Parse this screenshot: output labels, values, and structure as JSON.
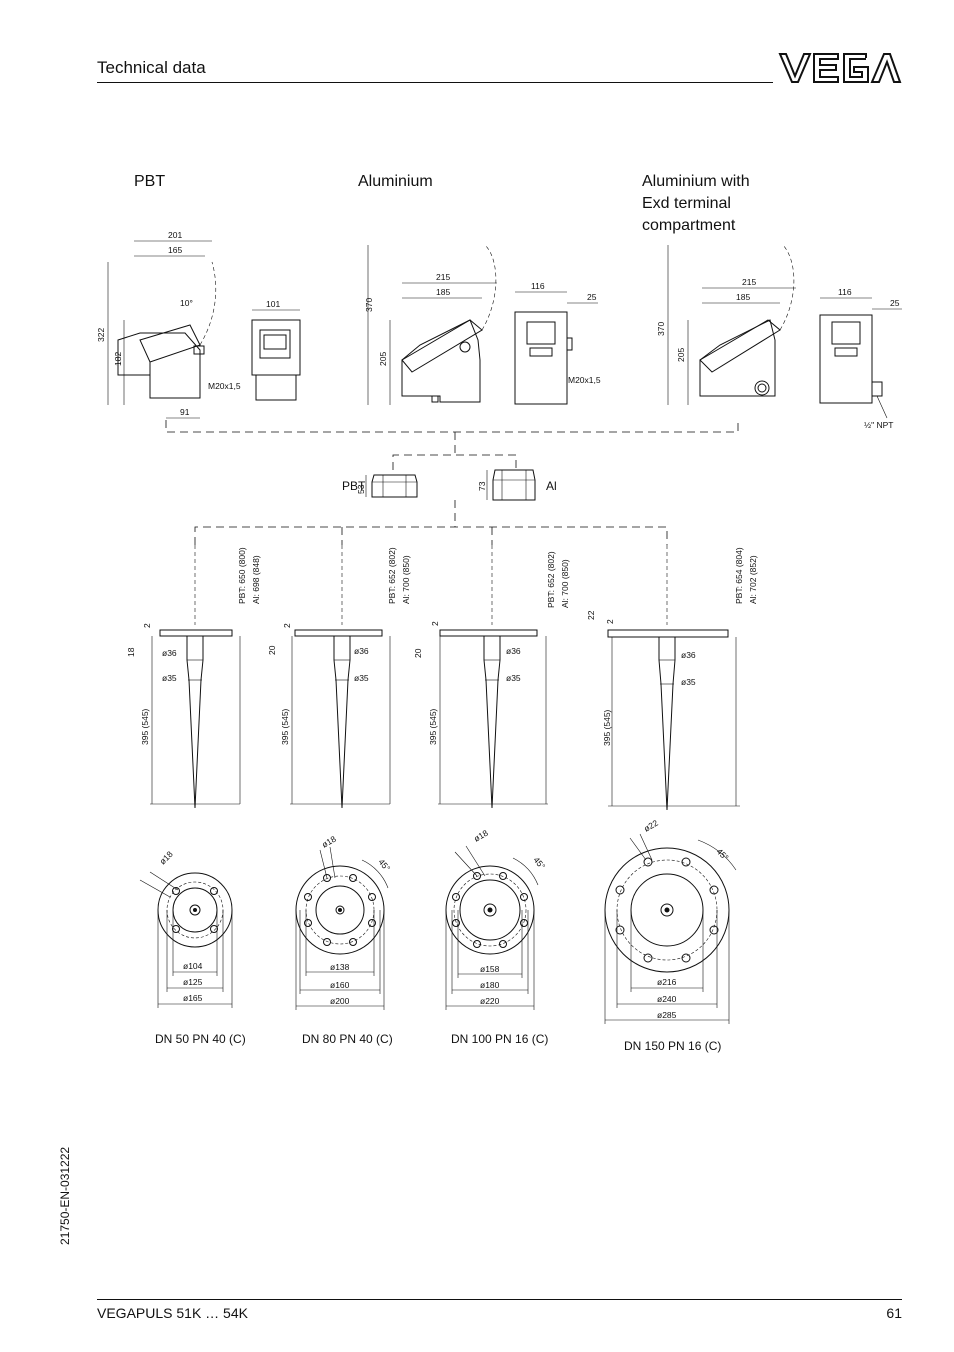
{
  "header": {
    "title": "Technical data",
    "logo": "VEGA"
  },
  "footer": {
    "left": "VEGAPULS 51K … 54K",
    "page": "61",
    "doc_id": "21750-EN-031222"
  },
  "sections": {
    "pbt": "PBT",
    "aluminium": "Aluminium",
    "alu_exd_1": "Aluminium with",
    "alu_exd_2": "Exd  terminal",
    "alu_exd_3": "compartment"
  },
  "dims_pbt": {
    "d201": "201",
    "d165": "165",
    "d10": "10°",
    "d322": "322",
    "d182": "182",
    "d101": "101",
    "thread": "M20x1,5",
    "d91": "91"
  },
  "dims_alu": {
    "d370": "370",
    "d215": "215",
    "d185": "185",
    "d205": "205",
    "d116": "116",
    "d25": "25",
    "thread": "M20x1,5"
  },
  "dims_exd": {
    "d370": "370",
    "d215": "215",
    "d185": "185",
    "d205": "205",
    "d116": "116",
    "d25": "25",
    "npt": "½\" NPT"
  },
  "adapters": {
    "pbt": "PBT",
    "pbt_h": "53",
    "al": "Al",
    "al_h": "73"
  },
  "antennas": [
    {
      "pbt": "PBT: 650 (800)",
      "al": "Al:   698 (848)",
      "top": "2",
      "flange": "18",
      "d36": "ø36",
      "d35": "ø35",
      "len": "395 (545)"
    },
    {
      "pbt": "PBT: 652 (802)",
      "al": "Al:   700 (850)",
      "top": "2",
      "flange": "20",
      "d36": "ø36",
      "d35": "ø35",
      "len": "395 (545)"
    },
    {
      "pbt": "PBT: 652 (802)",
      "al": "Al:   700 (850)",
      "top": "2",
      "flange": "20",
      "d36": "ø36",
      "d35": "ø35",
      "len": "395 (545)"
    },
    {
      "pbt": "PBT: 654 (804)",
      "al": "Al:   702 (852)",
      "top": "2",
      "flange": "22",
      "d36": "ø36",
      "d35": "ø35",
      "len": "395 (545)"
    }
  ],
  "flanges": [
    {
      "hole": "ø18",
      "angle": "",
      "d1": "ø104",
      "d2": "ø125",
      "d3": "ø165",
      "caption": "DN 50 PN 40 (C)"
    },
    {
      "hole": "ø18",
      "angle": "45°",
      "d1": "ø138",
      "d2": "ø160",
      "d3": "ø200",
      "caption": "DN 80 PN 40 (C)"
    },
    {
      "hole": "ø18",
      "angle": "45°",
      "d1": "ø158",
      "d2": "ø180",
      "d3": "ø220",
      "caption": "DN 100 PN 16 (C)"
    },
    {
      "hole": "ø22",
      "angle": "45°",
      "d1": "ø216",
      "d2": "ø240",
      "d3": "ø285",
      "caption": "DN 150 PN 16 (C)"
    }
  ]
}
